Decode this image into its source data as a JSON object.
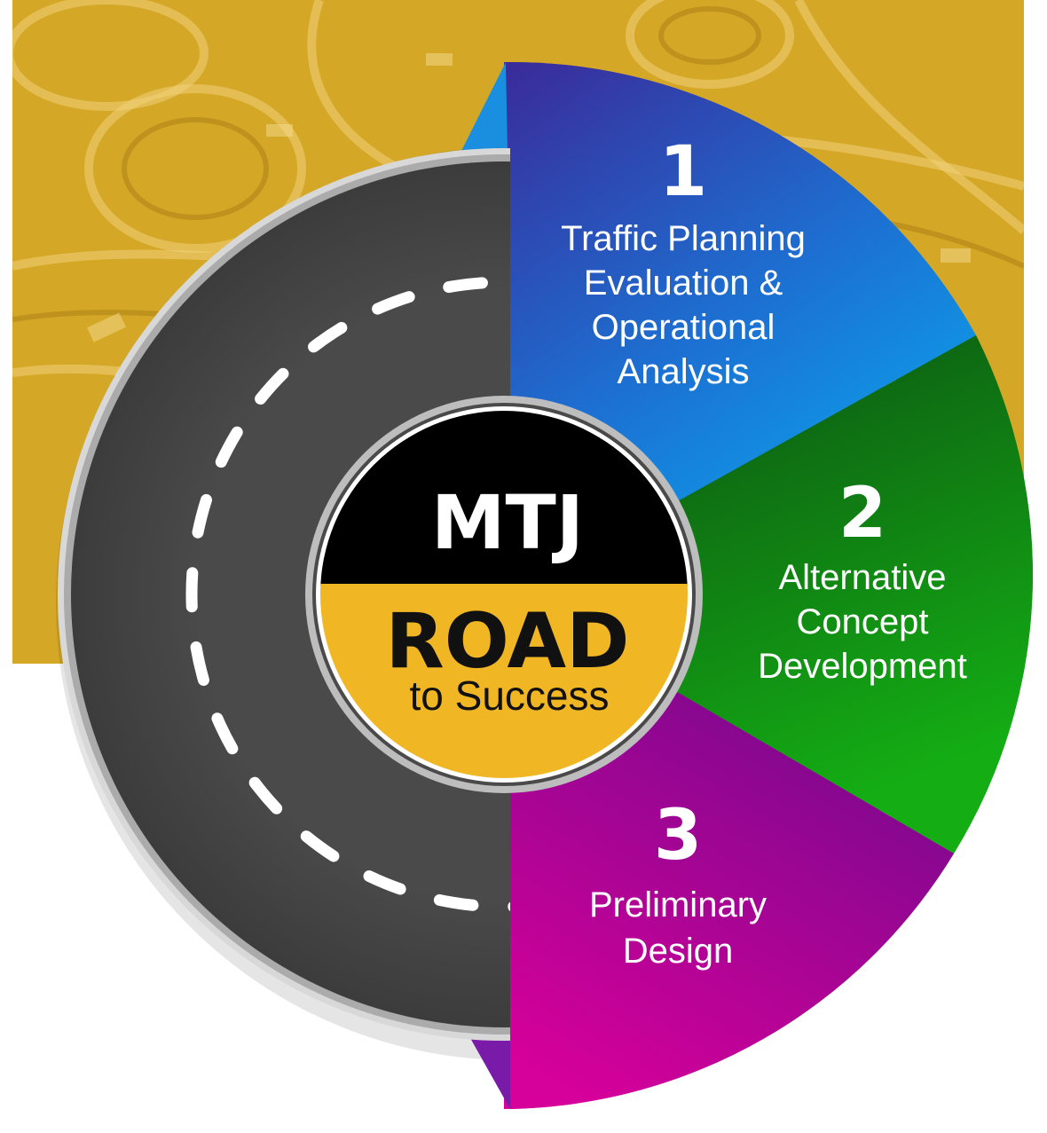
{
  "logo": {
    "brand": "MTJ",
    "title": "ROAD",
    "subtitle": "to Success"
  },
  "steps": [
    {
      "number": "1",
      "lines": [
        "Traffic Planning",
        "Evaluation &",
        "Operational",
        "Analysis"
      ]
    },
    {
      "number": "2",
      "lines": [
        "Alternative",
        "Concept",
        "Development"
      ]
    },
    {
      "number": "3",
      "lines": [
        "Preliminary",
        "Design"
      ]
    }
  ],
  "colors": {
    "background_photo_tint": "#d4a726",
    "road": "#454545",
    "road_rim": "#c9c9c9",
    "logo_black": "#000000",
    "logo_yellow": "#f0b623",
    "step1_top": "#3a2b9a",
    "step1_bottom": "#0a9ee8",
    "step2_top": "#0b4a12",
    "step2_bottom": "#12a812",
    "step3_top": "#6a0a8c",
    "step3_bottom": "#d2009a"
  }
}
